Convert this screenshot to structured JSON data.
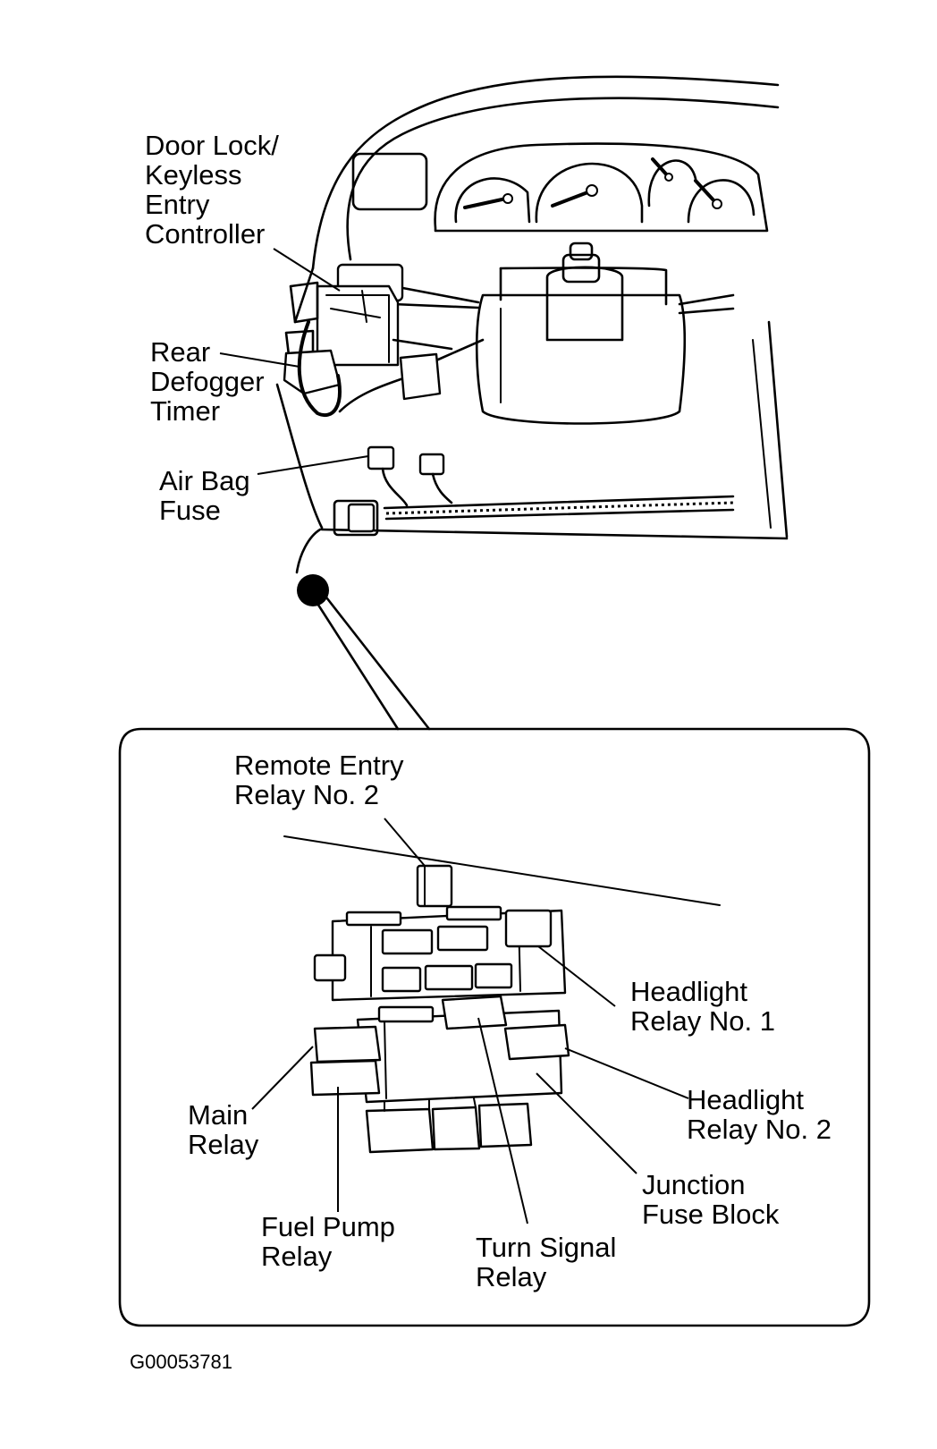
{
  "labels": {
    "door_lock": [
      "Door Lock/",
      "Keyless",
      "Entry",
      "Controller"
    ],
    "rear_defogger": [
      "Rear",
      "Defogger",
      "Timer"
    ],
    "air_bag_fuse": [
      "Air Bag",
      "Fuse"
    ],
    "remote_entry_relay": [
      "Remote Entry",
      "Relay No. 2"
    ],
    "headlight_relay_1": [
      "Headlight",
      "Relay No. 1"
    ],
    "headlight_relay_2": [
      "Headlight",
      "Relay No. 2"
    ],
    "main_relay": [
      "Main",
      "Relay"
    ],
    "junction_fuse_block": [
      "Junction",
      "Fuse Block"
    ],
    "fuel_pump_relay": [
      "Fuel Pump",
      "Relay"
    ],
    "turn_signal_relay": [
      "Turn Signal",
      "Relay"
    ]
  },
  "figure_code": "G00053781"
}
